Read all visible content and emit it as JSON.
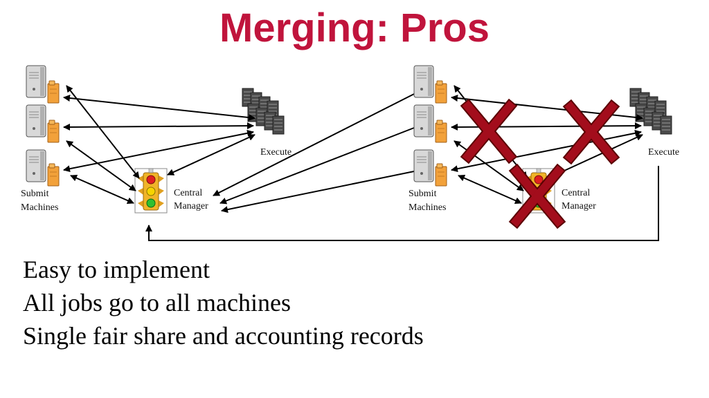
{
  "title": "Merging: Pros",
  "colors": {
    "title": "#c0143c",
    "x_mark": "#a30d1c",
    "x_outline": "#5a0000",
    "folder": "#f2a13a",
    "arrow": "#000000"
  },
  "left_diagram": {
    "submit_label_line1": "Submit",
    "submit_label_line2": "Machines",
    "execute_label": "Execute",
    "central_label_line1": "Central",
    "central_label_line2": "Manager"
  },
  "right_diagram": {
    "submit_label_line1": "Submit",
    "submit_label_line2": "Machines",
    "execute_label": "Execute",
    "central_label_line1": "Central",
    "central_label_line2": "Manager"
  },
  "icons": {
    "submit_machine": "server-tower-icon",
    "folder": "folder-icon",
    "execute_cluster": "server-rack-cluster-icon",
    "central_manager": "traffic-light-icon",
    "removed": "red-x-icon"
  },
  "bullets": [
    "Easy to implement",
    "All jobs go to all machines",
    "Single fair share and accounting records"
  ]
}
